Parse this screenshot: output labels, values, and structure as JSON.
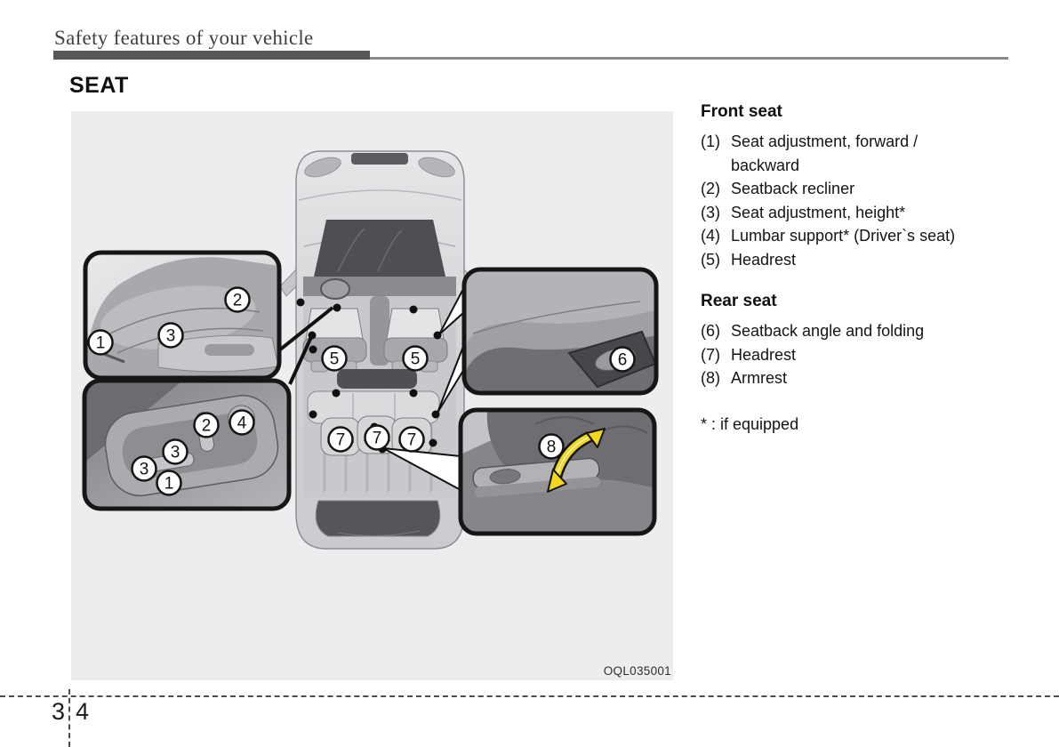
{
  "header": {
    "title": "Safety features of your vehicle"
  },
  "section_title": "SEAT",
  "figure": {
    "code": "OQL035001",
    "callouts": {
      "car": [
        "5",
        "5",
        "7",
        "7",
        "7"
      ],
      "inset_front_seat": [
        "1",
        "3",
        "2"
      ],
      "inset_controls": [
        "2",
        "4",
        "3",
        "3",
        "1"
      ],
      "inset_rear_lever": [
        "6"
      ],
      "inset_armrest": [
        "8"
      ]
    }
  },
  "front_seat": {
    "heading": "Front seat",
    "items": [
      {
        "num": "(1)",
        "text": "Seat adjustment, forward / backward"
      },
      {
        "num": "(2)",
        "text": "Seatback recliner"
      },
      {
        "num": "(3)",
        "text": "Seat adjustment, height*"
      },
      {
        "num": "(4)",
        "text": "Lumbar support* (Driver`s seat)"
      },
      {
        "num": "(5)",
        "text": "Headrest"
      }
    ]
  },
  "rear_seat": {
    "heading": "Rear seat",
    "items": [
      {
        "num": "(6)",
        "text": "Seatback angle and folding"
      },
      {
        "num": "(7)",
        "text": "Headrest"
      },
      {
        "num": "(8)",
        "text": "Armrest"
      }
    ]
  },
  "footnote": "* : if equipped",
  "footer": {
    "page_number_left": "3",
    "page_number_right": "4"
  },
  "colors": {
    "accent_yellow": "#f3d61e",
    "figure_background": "#ededef",
    "header_bar": "#58585b"
  }
}
